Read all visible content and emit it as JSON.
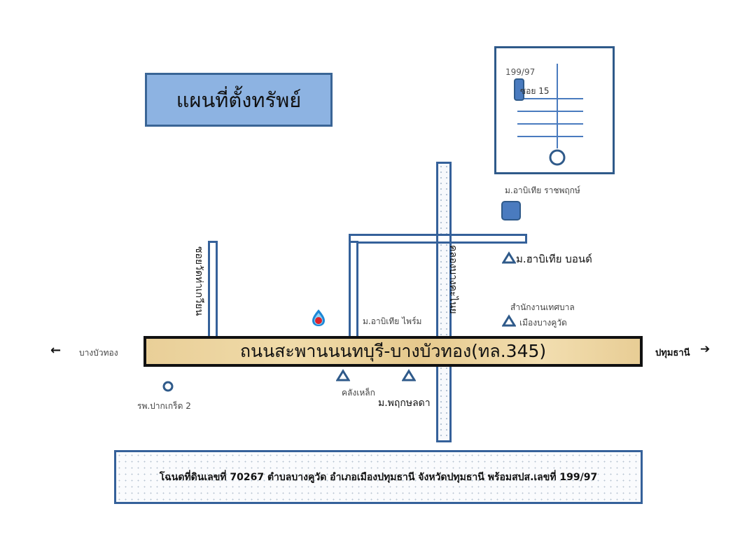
{
  "map": {
    "title": "แผนที่ตั้งทรัพย์",
    "main_road_label": "ถนนสะพานนนทบุรี-บางบัวทอง(ทล.345)",
    "direction_left": {
      "arrow": "←",
      "label": "บางบัวทอง"
    },
    "direction_right": {
      "label": "ปทุมธานี",
      "arrow": "➔"
    },
    "side_roads": {
      "soi_wat": "ซอยวัดท่าเกวียน",
      "canal": "คลองบางคะไนย"
    },
    "landmarks": {
      "hospital": "รพ.ปากเกร็ด 2",
      "steel_warehouse": "คลังเหล็ก",
      "pruksa_lada": "ม.พฤกษลดา",
      "habitia_prime": "ม.อาบิเทีย ไพร์ม",
      "habitia_bond": "ม.ฮาบิเทีย บอนด์",
      "municipal_office_line1": "สำนักงานเทศบาล",
      "municipal_office_line2": "เมืองบางคูวัด",
      "habitia_ratchaphruek": "ม.อาบิเทีย ราชพฤกษ์"
    },
    "inset": {
      "plot_number": "199/97",
      "soi_label": "ซอย 15"
    },
    "caption": "โฉนดที่ดินเลขที่ 70267 ตำบลบางคูวัด อำเภอเมืองปทุมธานี จังหวัดปทุมธานี พร้อมสปส.เลขที่ 199/97",
    "icons": {
      "gas_station": "ptt-gas-station-icon",
      "landmark": "triangle-icon",
      "hospital": "circle-icon",
      "village": "square-icon"
    },
    "colors": {
      "road_outline": "#35619a",
      "title_fill": "#8db3e2",
      "marker_blue": "#4a7bbf",
      "main_road_fill": "#ecd3a0"
    }
  }
}
